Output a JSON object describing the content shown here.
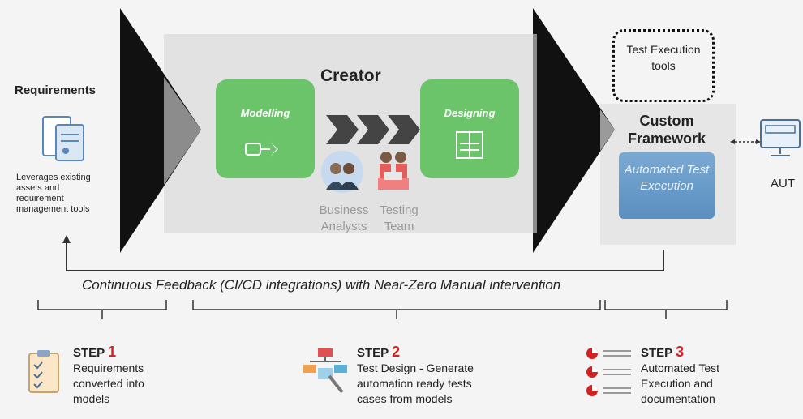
{
  "requirements": {
    "title": "Requirements",
    "desc": "Leverages existing assets and requirement management tools"
  },
  "creator": {
    "title": "Creator"
  },
  "modelling": {
    "label": "Modelling"
  },
  "designing": {
    "label": "Designing"
  },
  "roles": {
    "business": "Business Analysts",
    "testing": "Testing Team"
  },
  "tools": {
    "label": "Test Execution tools"
  },
  "framework": {
    "title": "Custom Framework",
    "box": "Automated Test Execution"
  },
  "aut": {
    "label": "AUT"
  },
  "feedback": "Continuous Feedback (CI/CD integrations) with Near-Zero Manual intervention",
  "steps": [
    {
      "word": "STEP",
      "num": "1",
      "text": "Requirements converted into models"
    },
    {
      "word": "STEP",
      "num": "2",
      "text": "Test Design  - Generate automation ready tests cases from models"
    },
    {
      "word": "STEP",
      "num": "3",
      "text": "Automated Test Execution and documentation"
    }
  ],
  "colors": {
    "green": "#6cc46a",
    "blue": "#5a8fc0",
    "red": "#d32020",
    "panel": "#e2e2e2"
  }
}
